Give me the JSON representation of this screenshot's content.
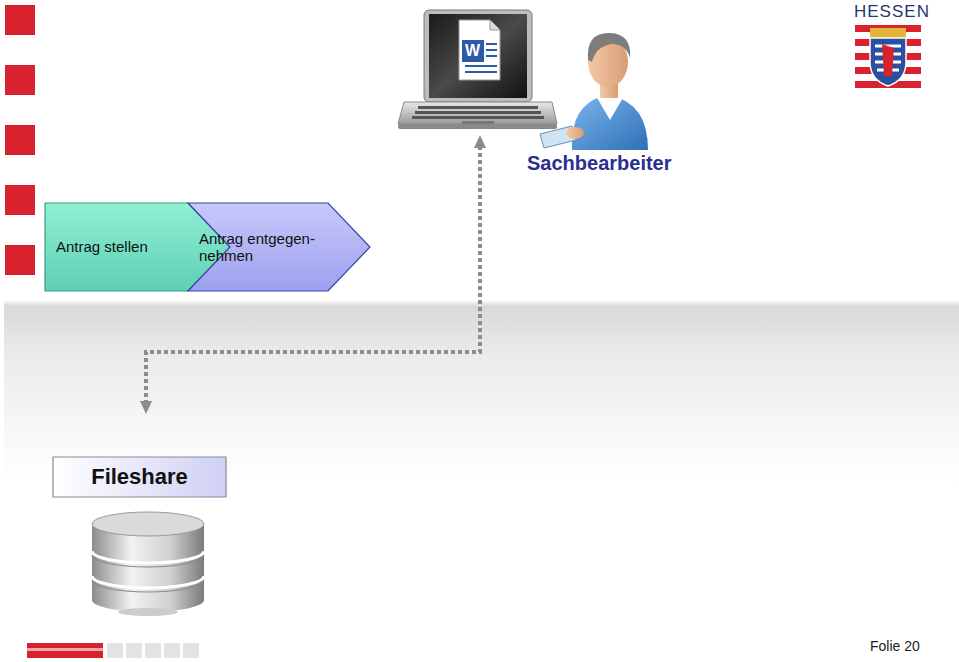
{
  "diagram": {
    "nodes": [
      {
        "text": [
          "Antrag stellen"
        ]
      },
      {
        "text": [
          "Antrag entgegen- nehmen"
        ]
      },
      {
        "text": [
          "Fileshare"
        ]
      }
    ],
    "labels": [
      "HESSEN",
      "Sachbearbeiter",
      "Folie 20",
      "W"
    ]
  }
}
